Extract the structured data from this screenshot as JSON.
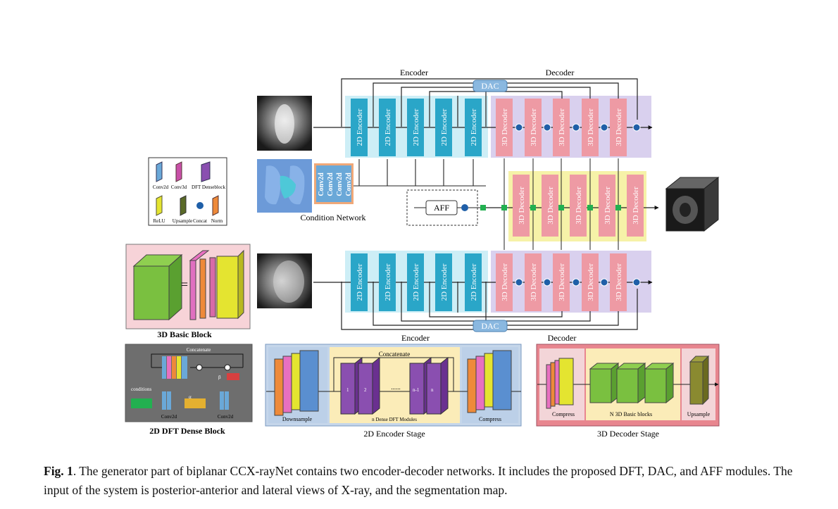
{
  "top": {
    "encoder_label": "Encoder",
    "decoder_label": "Decoder",
    "dac_label": "DAC",
    "encoder_block": "2D Encoder",
    "decoder_block": "3D Decoder"
  },
  "bottom": {
    "encoder_label": "Encoder",
    "decoder_label": "Decoder",
    "dac_label": "DAC"
  },
  "middle": {
    "conv_label": "Conv2d",
    "condition_network": "Condition Network",
    "aff_label": "AFF"
  },
  "legend": {
    "items": [
      "Conv2d",
      "Conv3d",
      "DFT Denseblock",
      "ReLU",
      "Upsample",
      "Concat",
      "Norm"
    ],
    "colors": {
      "conv2d": "#6aa8d8",
      "conv3d": "#c850a8",
      "dft": "#8a4fb0",
      "relu": "#e4e430",
      "upsample": "#5a6a28",
      "concat": "#1f5fa8",
      "norm": "#ee8a3a"
    }
  },
  "basic_block": {
    "title": "3D Basic Block",
    "equals": "="
  },
  "dft_dense": {
    "title": "2D DFT Dense Block",
    "concatenate": "Concatenate",
    "conditions": "conditions",
    "conv2d_a": "Conv2d",
    "conv2d_b": "Conv2d",
    "alpha": "α",
    "beta": "β"
  },
  "encoder_stage": {
    "title": "2D Encoder Stage",
    "concatenate": "Concatenate",
    "downsample": "Downsample",
    "dense_modules": "n Dense DFT Modules",
    "compress": "Compress",
    "n1": "1",
    "n2": "2",
    "dots": "......",
    "nm1": "n-1",
    "n": "n"
  },
  "decoder_stage": {
    "title": "3D Decoder Stage",
    "compress": "Compress",
    "basic_blocks": "N 3D Basic blocks",
    "upsample": "Upsample"
  },
  "caption": {
    "label": "Fig. 1",
    "text": ". The generator part of biplanar CCX-rayNet contains two encoder-decoder networks. It includes the proposed DFT, DAC, and AFF modules. The input of the system is posterior-anterior and lateral views of X-ray, and the segmentation map."
  },
  "colors": {
    "encoder_block": "#2aa6c8",
    "encoder_bg": "#cdeef6",
    "decoder_block": "#ee9aa4",
    "decoder_bg": "#d9d0ee",
    "mid_decoder_bg": "#f6f2a8",
    "green_node": "#22b050",
    "concat_node": "#1f5fa8"
  }
}
